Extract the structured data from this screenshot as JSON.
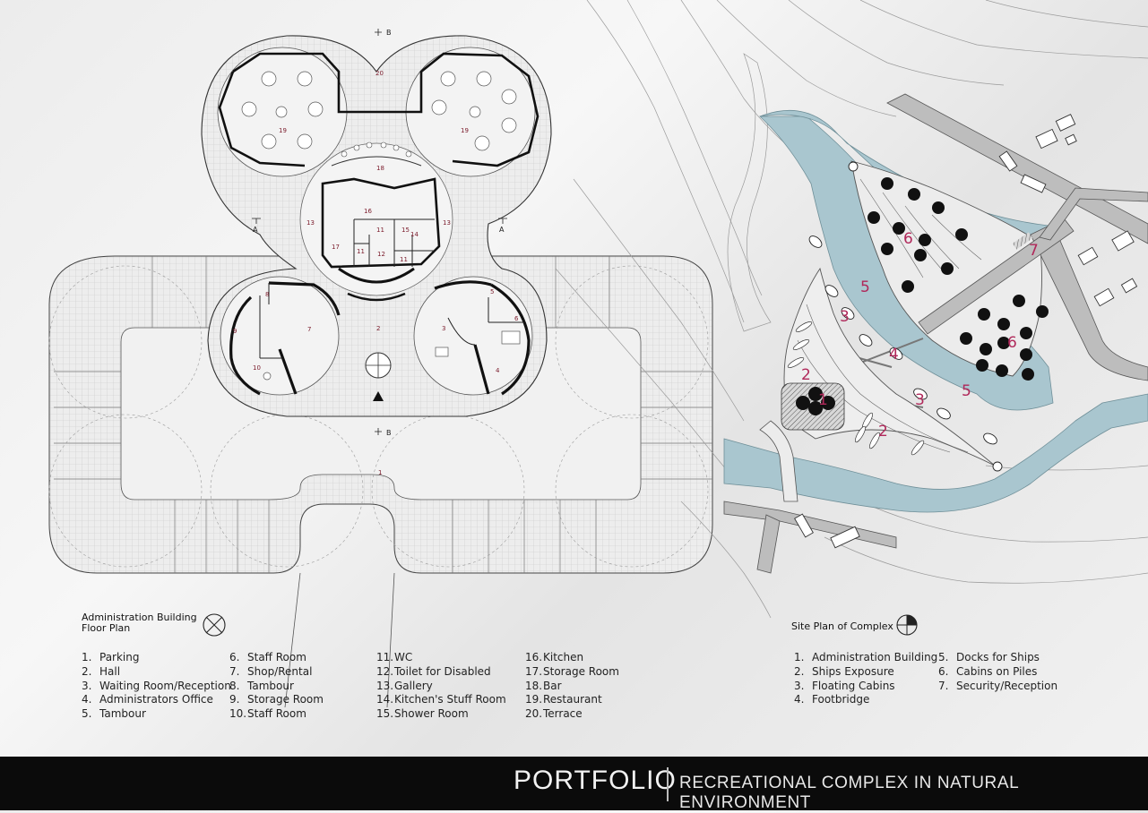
{
  "floor_plan": {
    "title_line1": "Administration Building",
    "title_line2": "Floor Plan",
    "section_markers": {
      "a_left": "A",
      "a_right": "A",
      "b_top": "B",
      "b_bottom": "B"
    },
    "room_numbers": [
      "20",
      "19",
      "19",
      "18",
      "16",
      "13",
      "13",
      "17",
      "11",
      "11",
      "15",
      "14",
      "12",
      "11",
      "8",
      "9",
      "7",
      "2",
      "3",
      "5",
      "6",
      "4",
      "10",
      "1"
    ],
    "legend": [
      [
        {
          "num": "1.",
          "label": "Parking"
        },
        {
          "num": "2.",
          "label": "Hall"
        },
        {
          "num": "3.",
          "label": "Waiting Room/Reception"
        },
        {
          "num": "4.",
          "label": "Administrators Office"
        },
        {
          "num": "5.",
          "label": "Tambour"
        }
      ],
      [
        {
          "num": "6.",
          "label": "Staff Room"
        },
        {
          "num": "7.",
          "label": "Shop/Rental"
        },
        {
          "num": "8.",
          "label": "Tambour"
        },
        {
          "num": "9.",
          "label": "Storage Room"
        },
        {
          "num": "10.",
          "label": "Staff Room"
        }
      ],
      [
        {
          "num": "11.",
          "label": "WC"
        },
        {
          "num": "12.",
          "label": "Toilet for Disabled"
        },
        {
          "num": "13.",
          "label": "Gallery"
        },
        {
          "num": "14.",
          "label": "Kitchen's Stuff Room"
        },
        {
          "num": "15.",
          "label": "Shower Room"
        }
      ],
      [
        {
          "num": "16.",
          "label": "Kitchen"
        },
        {
          "num": "17.",
          "label": "Storage Room"
        },
        {
          "num": "18.",
          "label": "Bar"
        },
        {
          "num": "19.",
          "label": "Restaurant"
        },
        {
          "num": "20.",
          "label": "Terrace"
        }
      ]
    ]
  },
  "site_plan": {
    "title": "Site Plan of Complex",
    "map_numbers": [
      "6",
      "6",
      "5",
      "5",
      "3",
      "3",
      "4",
      "2",
      "2",
      "1",
      "7"
    ],
    "legend": [
      [
        {
          "num": "1.",
          "label": "Administration Building"
        },
        {
          "num": "2.",
          "label": "Ships Exposure"
        },
        {
          "num": "3.",
          "label": "Floating Cabins"
        },
        {
          "num": "4.",
          "label": "Footbridge"
        }
      ],
      [
        {
          "num": "5.",
          "label": "Docks for Ships"
        },
        {
          "num": "6.",
          "label": "Cabins on Piles"
        },
        {
          "num": "7.",
          "label": "Security/Reception"
        }
      ]
    ]
  },
  "footer": {
    "brand": "PORTFOLIO",
    "subtitle": "RECREATIONAL COMPLEX IN NATURAL ENVIRONMENT"
  },
  "colors": {
    "water": "#a9c6cf",
    "accent_numbers": "#b0285a",
    "wall": "#111111",
    "footer_bg": "#0b0b0b"
  }
}
